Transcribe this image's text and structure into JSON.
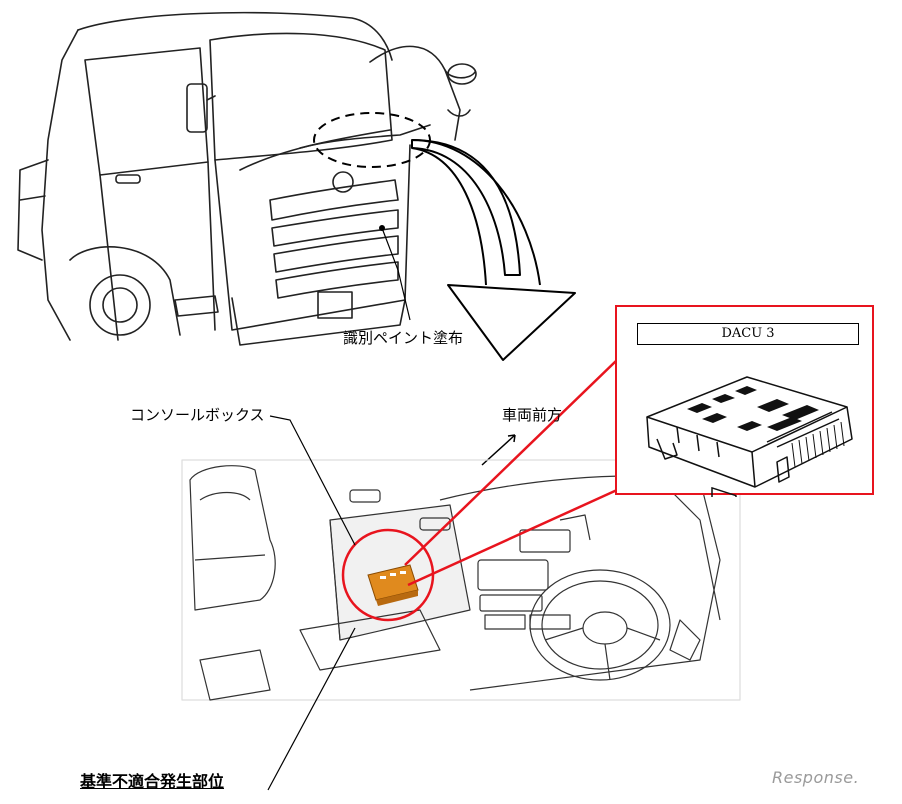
{
  "labels": {
    "paint": "識別ペイント塗布",
    "console_box": "コンソールボックス",
    "vehicle_front": "車両前方",
    "defect_location": "基準不適合発生部位"
  },
  "inset": {
    "title": "DACU 3"
  },
  "watermark": "Response.",
  "colors": {
    "highlight_red": "#e8141e",
    "component_orange": "#e08a1e",
    "line": "#000000"
  }
}
